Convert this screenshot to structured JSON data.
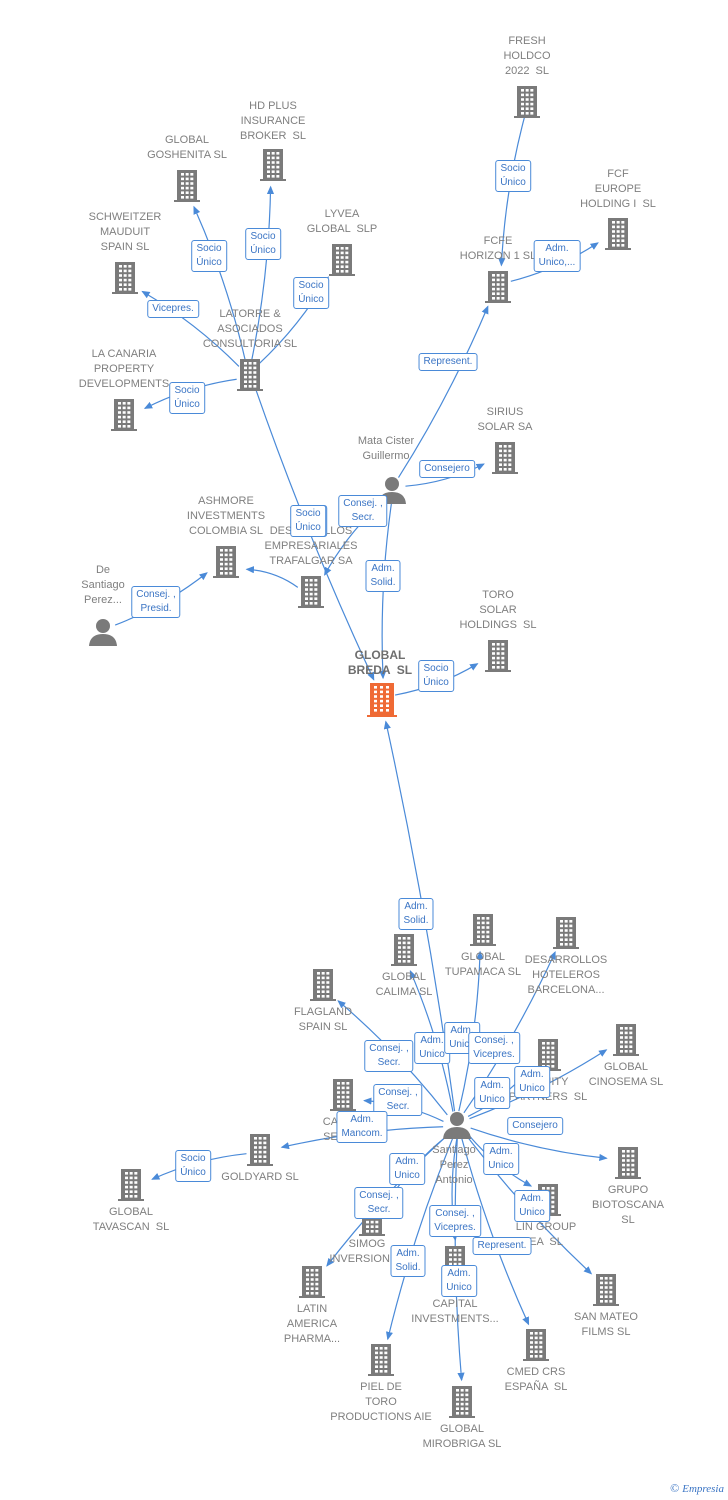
{
  "colors": {
    "edge": "#4a8ad8",
    "building": "#7a7a7a",
    "focus_building": "#ef6a35",
    "person": "#7a7a7a",
    "label": "#7f7f7f",
    "edge_label_text": "#3a74c4"
  },
  "nodes": [
    {
      "id": "fresh",
      "type": "company",
      "label": "FRESH\nHOLDCO\n2022  SL"
    },
    {
      "id": "hdplus",
      "type": "company",
      "label": "HD PLUS\nINSURANCE\nBROKER  SL"
    },
    {
      "id": "goshenita",
      "type": "company",
      "label": "GLOBAL\nGOSHENITA SL"
    },
    {
      "id": "fcf",
      "type": "company",
      "label": "FCF\nEUROPE\nHOLDING I  SL"
    },
    {
      "id": "schweitzer",
      "type": "company",
      "label": "SCHWEITZER\nMAUDUIT\nSPAIN SL"
    },
    {
      "id": "lyvea",
      "type": "company",
      "label": "LYVEA\nGLOBAL  SLP"
    },
    {
      "id": "fcfe",
      "type": "company",
      "label": "FCFE\nHORIZON 1 SL"
    },
    {
      "id": "latorre",
      "type": "company",
      "label": "LATORRE &\nASOCIADOS\nCONSULTORIA SL"
    },
    {
      "id": "lacanaria",
      "type": "company",
      "label": "LA CANARIA\nPROPERTY\nDEVELOPMENTS"
    },
    {
      "id": "mata",
      "type": "person",
      "label": "Mata Cister\nGuillermo"
    },
    {
      "id": "sirius",
      "type": "company",
      "label": "SIRIUS\nSOLAR SA"
    },
    {
      "id": "ashmore",
      "type": "company",
      "label": "ASHMORE\nINVESTMENTS\nCOLOMBIA SL"
    },
    {
      "id": "trafalgar",
      "type": "company",
      "label": "DESARROLLOS\nEMPRESARIALES\nTRAFALGAR SA"
    },
    {
      "id": "desantiago",
      "type": "person",
      "label": "De\nSantiago\nPerez..."
    },
    {
      "id": "toro",
      "type": "company",
      "label": "TORO\nSOLAR\nHOLDINGS  SL"
    },
    {
      "id": "breda",
      "type": "focus",
      "label": "GLOBAL\nBREDA  SL"
    },
    {
      "id": "tupamaca",
      "type": "company",
      "label": "GLOBAL\nTUPAMACA SL"
    },
    {
      "id": "deshot",
      "type": "company",
      "label": "DESARROLLOS\nHOTELEROS\nBARCELONA..."
    },
    {
      "id": "calima",
      "type": "company",
      "label": "GLOBAL\nCALIMA SL"
    },
    {
      "id": "flagland",
      "type": "company",
      "label": "FLAGLAND\nSPAIN SL"
    },
    {
      "id": "cinosema",
      "type": "company",
      "label": "GLOBAL\nCINOSEMA SL"
    },
    {
      "id": "equity",
      "type": "company",
      "label": "EQUITY\nPARTNERS  SL"
    },
    {
      "id": "cap",
      "type": "company",
      "label": "CA...\nSE..."
    },
    {
      "id": "goldyard",
      "type": "company",
      "label": "GOLDYARD SL"
    },
    {
      "id": "santiago",
      "type": "person",
      "label": "Santiago\nPerez\nAntonio"
    },
    {
      "id": "tavascan",
      "type": "company",
      "label": "GLOBAL\nTAVASCAN  SL"
    },
    {
      "id": "biotoscana",
      "type": "company",
      "label": "GRUPO\nBIOTOSCANA\nSL"
    },
    {
      "id": "lin",
      "type": "company",
      "label": "LIN GROUP\nEA  SL"
    },
    {
      "id": "simog",
      "type": "company",
      "label": "SIMOG\nINVERSIONES"
    },
    {
      "id": "latin",
      "type": "company",
      "label": "LATIN\nAMERICA\nPHARMA..."
    },
    {
      "id": "sanmateo",
      "type": "company",
      "label": "SAN MATEO\nFILMS SL"
    },
    {
      "id": "capital1810",
      "type": "company",
      "label": "1810\nCAPITAL\nINVESTMENTS..."
    },
    {
      "id": "cmed",
      "type": "company",
      "label": "CMED CRS\nESPAÑA  SL"
    },
    {
      "id": "piel",
      "type": "company",
      "label": "PIEL DE\nTORO\nPRODUCTIONS AIE"
    },
    {
      "id": "mirobriga",
      "type": "company",
      "label": "GLOBAL\nMIROBRIGA SL"
    }
  ],
  "edges": [
    {
      "from": "fresh",
      "to": "fcfe",
      "label": "Socio\nÚnico"
    },
    {
      "from": "fcfe",
      "to": "fcf",
      "label": "Adm.\nUnico,..."
    },
    {
      "from": "latorre",
      "to": "goshenita",
      "label": "Socio\nÚnico"
    },
    {
      "from": "latorre",
      "to": "hdplus",
      "label": "Socio\nÚnico"
    },
    {
      "from": "latorre",
      "to": "lyvea",
      "label": "Socio\nÚnico"
    },
    {
      "from": "latorre",
      "to": "schweitzer",
      "label": "Vicepres."
    },
    {
      "from": "latorre",
      "to": "lacanaria",
      "label": "Socio\nÚnico"
    },
    {
      "from": "mata",
      "to": "fcfe",
      "label": "Represent."
    },
    {
      "from": "mata",
      "to": "sirius",
      "label": "Consejero"
    },
    {
      "from": "mata",
      "to": "trafalgar",
      "label": "Consej. ,\nSecr."
    },
    {
      "from": "mata",
      "to": "breda",
      "label": "Adm.\nSolid."
    },
    {
      "from": "latorre",
      "to": "breda",
      "label": "Socio\nÚnico"
    },
    {
      "from": "trafalgar",
      "to": "ashmore",
      "label": "Socio\nÚnico"
    },
    {
      "from": "desantiago",
      "to": "ashmore",
      "label": "Consej. ,\nPresid."
    },
    {
      "from": "breda",
      "to": "toro",
      "label": "Socio\nÚnico"
    },
    {
      "from": "santiago",
      "to": "breda",
      "label": "Adm.\nSolid."
    },
    {
      "from": "santiago",
      "to": "calima",
      "label": "Adm.\nUnico"
    },
    {
      "from": "santiago",
      "to": "tupamaca",
      "label": "Adm.\nUnico"
    },
    {
      "from": "santiago",
      "to": "deshot",
      "label": "Consej. ,\nVicepres."
    },
    {
      "from": "santiago",
      "to": "flagland",
      "label": "Consej. ,\nSecr."
    },
    {
      "from": "santiago",
      "to": "cap",
      "label": "Consej. ,\nSecr."
    },
    {
      "from": "santiago",
      "to": "cinosema",
      "label": "Adm.\nUnico"
    },
    {
      "from": "santiago",
      "to": "equity",
      "label": "Adm.\nUnico"
    },
    {
      "from": "santiago",
      "to": "goldyard",
      "label": "Adm.\nMancom."
    },
    {
      "from": "goldyard",
      "to": "tavascan",
      "label": "Socio\nÚnico"
    },
    {
      "from": "santiago",
      "to": "biotoscana",
      "label": "Consejero"
    },
    {
      "from": "santiago",
      "to": "lin",
      "label": "Adm.\nUnico"
    },
    {
      "from": "santiago",
      "to": "sanmateo",
      "label": "Adm.\nUnico"
    },
    {
      "from": "santiago",
      "to": "simog",
      "label": "Adm.\nUnico"
    },
    {
      "from": "santiago",
      "to": "latin",
      "label": "Consej. ,\nSecr."
    },
    {
      "from": "santiago",
      "to": "capital1810",
      "label": "Consej. ,\nVicepres."
    },
    {
      "from": "santiago",
      "to": "cmed",
      "label": "Represent."
    },
    {
      "from": "santiago",
      "to": "piel",
      "label": "Adm.\nSolid."
    },
    {
      "from": "santiago",
      "to": "mirobriga",
      "label": "Adm.\nUnico"
    }
  ],
  "footer": {
    "copyright": "©",
    "brand": "Empresia"
  }
}
